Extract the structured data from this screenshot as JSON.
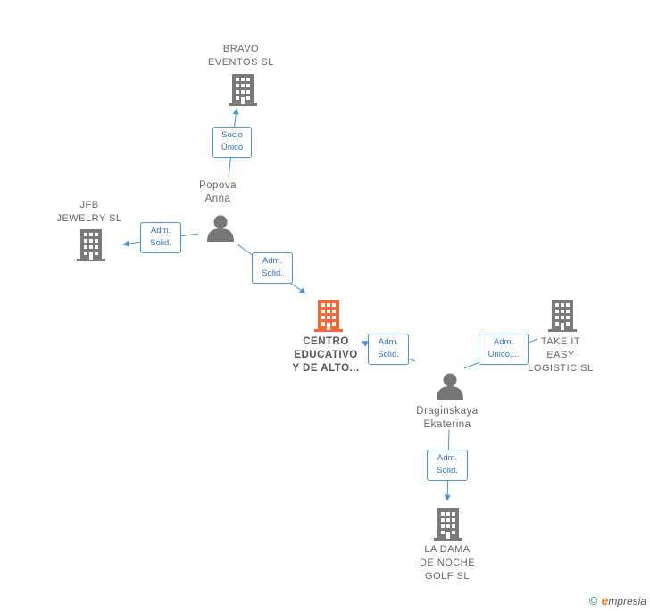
{
  "nodes": {
    "bravo_eventos": {
      "label": "BRAVO\nEVENTOS  SL",
      "type": "company"
    },
    "jfb_jewelry": {
      "label": "JFB\nJEWELRY  SL",
      "type": "company"
    },
    "centro_educativo": {
      "label": "CENTRO\nEDUCATIVO\nY DE ALTO...",
      "type": "company-focus"
    },
    "take_it_easy": {
      "label": "TAKE IT\nEASY\nLOGISTIC  SL",
      "type": "company"
    },
    "la_dama_de_noche": {
      "label": "LA DAMA\nDE NOCHE\nGOLF  SL",
      "type": "company"
    },
    "popova_anna": {
      "label": "Popova\nAnna",
      "type": "person"
    },
    "draginskaya_ekaterina": {
      "label": "Draginskaya\nEkaterina",
      "type": "person"
    }
  },
  "edges": {
    "popova_to_bravo": {
      "label": "Socio\nÚnico"
    },
    "popova_to_jfb": {
      "label": "Adm.\nSolid."
    },
    "popova_to_centro": {
      "label": "Adm.\nSolid."
    },
    "draginskaya_to_centro": {
      "label": "Adm.\nSolid."
    },
    "draginskaya_to_take_it": {
      "label": "Adm.\nUnico,..."
    },
    "draginskaya_to_la_dama": {
      "label": "Adm.\nSolid."
    }
  },
  "colors": {
    "company_icon": "#7a7a7a",
    "focus_icon": "#f26a35",
    "person_icon": "#777777",
    "edge": "#4a90d9"
  },
  "footer": {
    "copyright_symbol": "©",
    "brand_initial": "e",
    "brand_rest": "mpresia"
  }
}
